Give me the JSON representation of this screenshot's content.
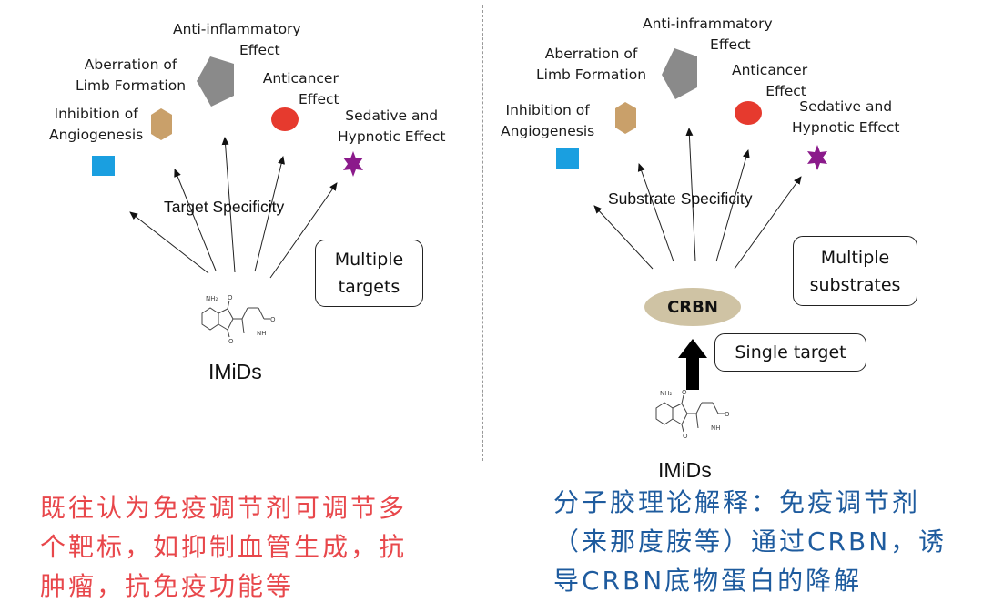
{
  "left_panel": {
    "effects": [
      {
        "label_line1": "Anti-inflammatory",
        "label_line2": "Effect",
        "shape": "gray-pentagon",
        "color": "#8a8a8a"
      },
      {
        "label_line1": "Aberration of",
        "label_line2": "Limb Formation",
        "shape": "tan-hexagon",
        "color": "#c9a06a"
      },
      {
        "label_line1": "Anticancer",
        "label_line2": "Effect",
        "shape": "red-circle",
        "color": "#e63a2e"
      },
      {
        "label_line1": "Inhibition of",
        "label_line2": "Angiogenesis",
        "shape": "blue-square",
        "color": "#1a9fe0"
      },
      {
        "label_line1": "Sedative and",
        "label_line2": "Hypnotic Effect",
        "shape": "purple-star",
        "color": "#8b1a8b"
      }
    ],
    "specificity_label": "Target Specificity",
    "callout_line1": "Multiple",
    "callout_line2": "targets",
    "molecule_label": "IMiDs",
    "caption": {
      "lines": [
        "既往认为免疫调节剂可调节多",
        "个靶标，如抑制血管生成，抗",
        "肿瘤，抗免疫功能等"
      ],
      "color": "#e8474b"
    }
  },
  "right_panel": {
    "effects": [
      {
        "label_line1": "Anti-inframmatory",
        "label_line2": "Effect",
        "shape": "gray-pentagon",
        "color": "#8a8a8a"
      },
      {
        "label_line1": "Aberration of",
        "label_line2": "Limb Formation",
        "shape": "tan-hexagon",
        "color": "#c9a06a"
      },
      {
        "label_line1": "Anticancer",
        "label_line2": "Effect",
        "shape": "red-circle",
        "color": "#e63a2e"
      },
      {
        "label_line1": "Inhibition of",
        "label_line2": "Angiogenesis",
        "shape": "blue-square",
        "color": "#1a9fe0"
      },
      {
        "label_line1": "Sedative and",
        "label_line2": "Hypnotic  Effect",
        "shape": "purple-star",
        "color": "#8b1a8b"
      }
    ],
    "specificity_label": "Substrate Specificity",
    "callout_line1": "Multiple",
    "callout_line2": "substrates",
    "hub_label": "CRBN",
    "hub_color": "#cfc3a4",
    "single_target_label": "Single target",
    "molecule_label": "IMiDs",
    "caption": {
      "lines": [
        "分子胶理论解释：免疫调节剂",
        "（来那度胺等）通过CRBN，诱",
        "导CRBN底物蛋白的降解"
      ],
      "color": "#1e5b9e"
    }
  }
}
